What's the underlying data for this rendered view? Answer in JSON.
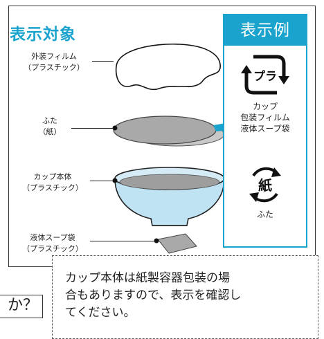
{
  "title": "表示対象",
  "labels": {
    "outer_film": [
      "外装フィルム",
      "（プラスチック）"
    ],
    "lid": [
      "ふた",
      "（紙）"
    ],
    "cup_body": [
      "カップ本体",
      "（プラスチック）"
    ],
    "soup_bag": [
      "液体スープ袋",
      "（プラスチック）"
    ]
  },
  "example": {
    "header": "表示例",
    "plastic_mark_text": "プラ",
    "plastic_items": [
      "カップ",
      "包装フィルム",
      "液体スープ袋"
    ],
    "paper_mark_text": "紙",
    "paper_items": [
      "ふた"
    ]
  },
  "note_lines": [
    "カップ本体は紙製容器包装の場",
    "合もありますので、表示を確認し",
    "てください。"
  ],
  "partial_text": "か？",
  "colors": {
    "accent": "#1aa3cc",
    "lid_gray": "#a9a9a9",
    "bowl_blue": "#bfe3f3"
  }
}
